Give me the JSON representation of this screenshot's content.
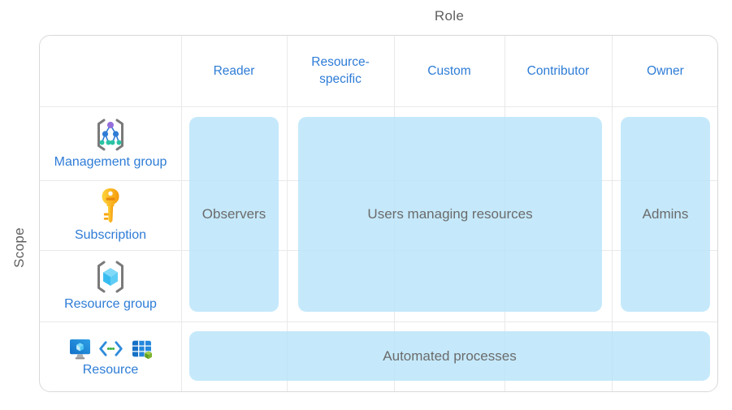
{
  "axes": {
    "role": "Role",
    "scope": "Scope"
  },
  "roles": [
    {
      "label": "Reader"
    },
    {
      "label": "Resource-specific"
    },
    {
      "label": "Custom"
    },
    {
      "label": "Contributor"
    },
    {
      "label": "Owner"
    }
  ],
  "scopes": [
    {
      "label": "Management group",
      "icon": "management-group-icon"
    },
    {
      "label": "Subscription",
      "icon": "subscription-key-icon"
    },
    {
      "label": "Resource group",
      "icon": "resource-group-icon"
    },
    {
      "label": "Resource",
      "icons": [
        "virtual-machine-icon",
        "code-icon",
        "table-icon"
      ]
    }
  ],
  "assignments": [
    {
      "label": "Observers",
      "roles": [
        "Reader"
      ],
      "scopes": [
        "Management group",
        "Subscription",
        "Resource group"
      ]
    },
    {
      "label": "Users managing resources",
      "roles": [
        "Resource-specific",
        "Custom",
        "Contributor"
      ],
      "scopes": [
        "Management group",
        "Subscription",
        "Resource group"
      ]
    },
    {
      "label": "Admins",
      "roles": [
        "Owner"
      ],
      "scopes": [
        "Management group",
        "Subscription",
        "Resource group"
      ]
    },
    {
      "label": "Automated processes",
      "roles": [
        "Reader",
        "Resource-specific",
        "Custom",
        "Contributor",
        "Owner"
      ],
      "scopes": [
        "Resource"
      ]
    }
  ],
  "colors": {
    "assignment_box_fill": "#C7E9FB",
    "label_blue": "#2E7CD6",
    "axis_gray": "#5F5F5F",
    "grid_line": "#E9E9E9",
    "frame_border": "#D9D9D9"
  }
}
